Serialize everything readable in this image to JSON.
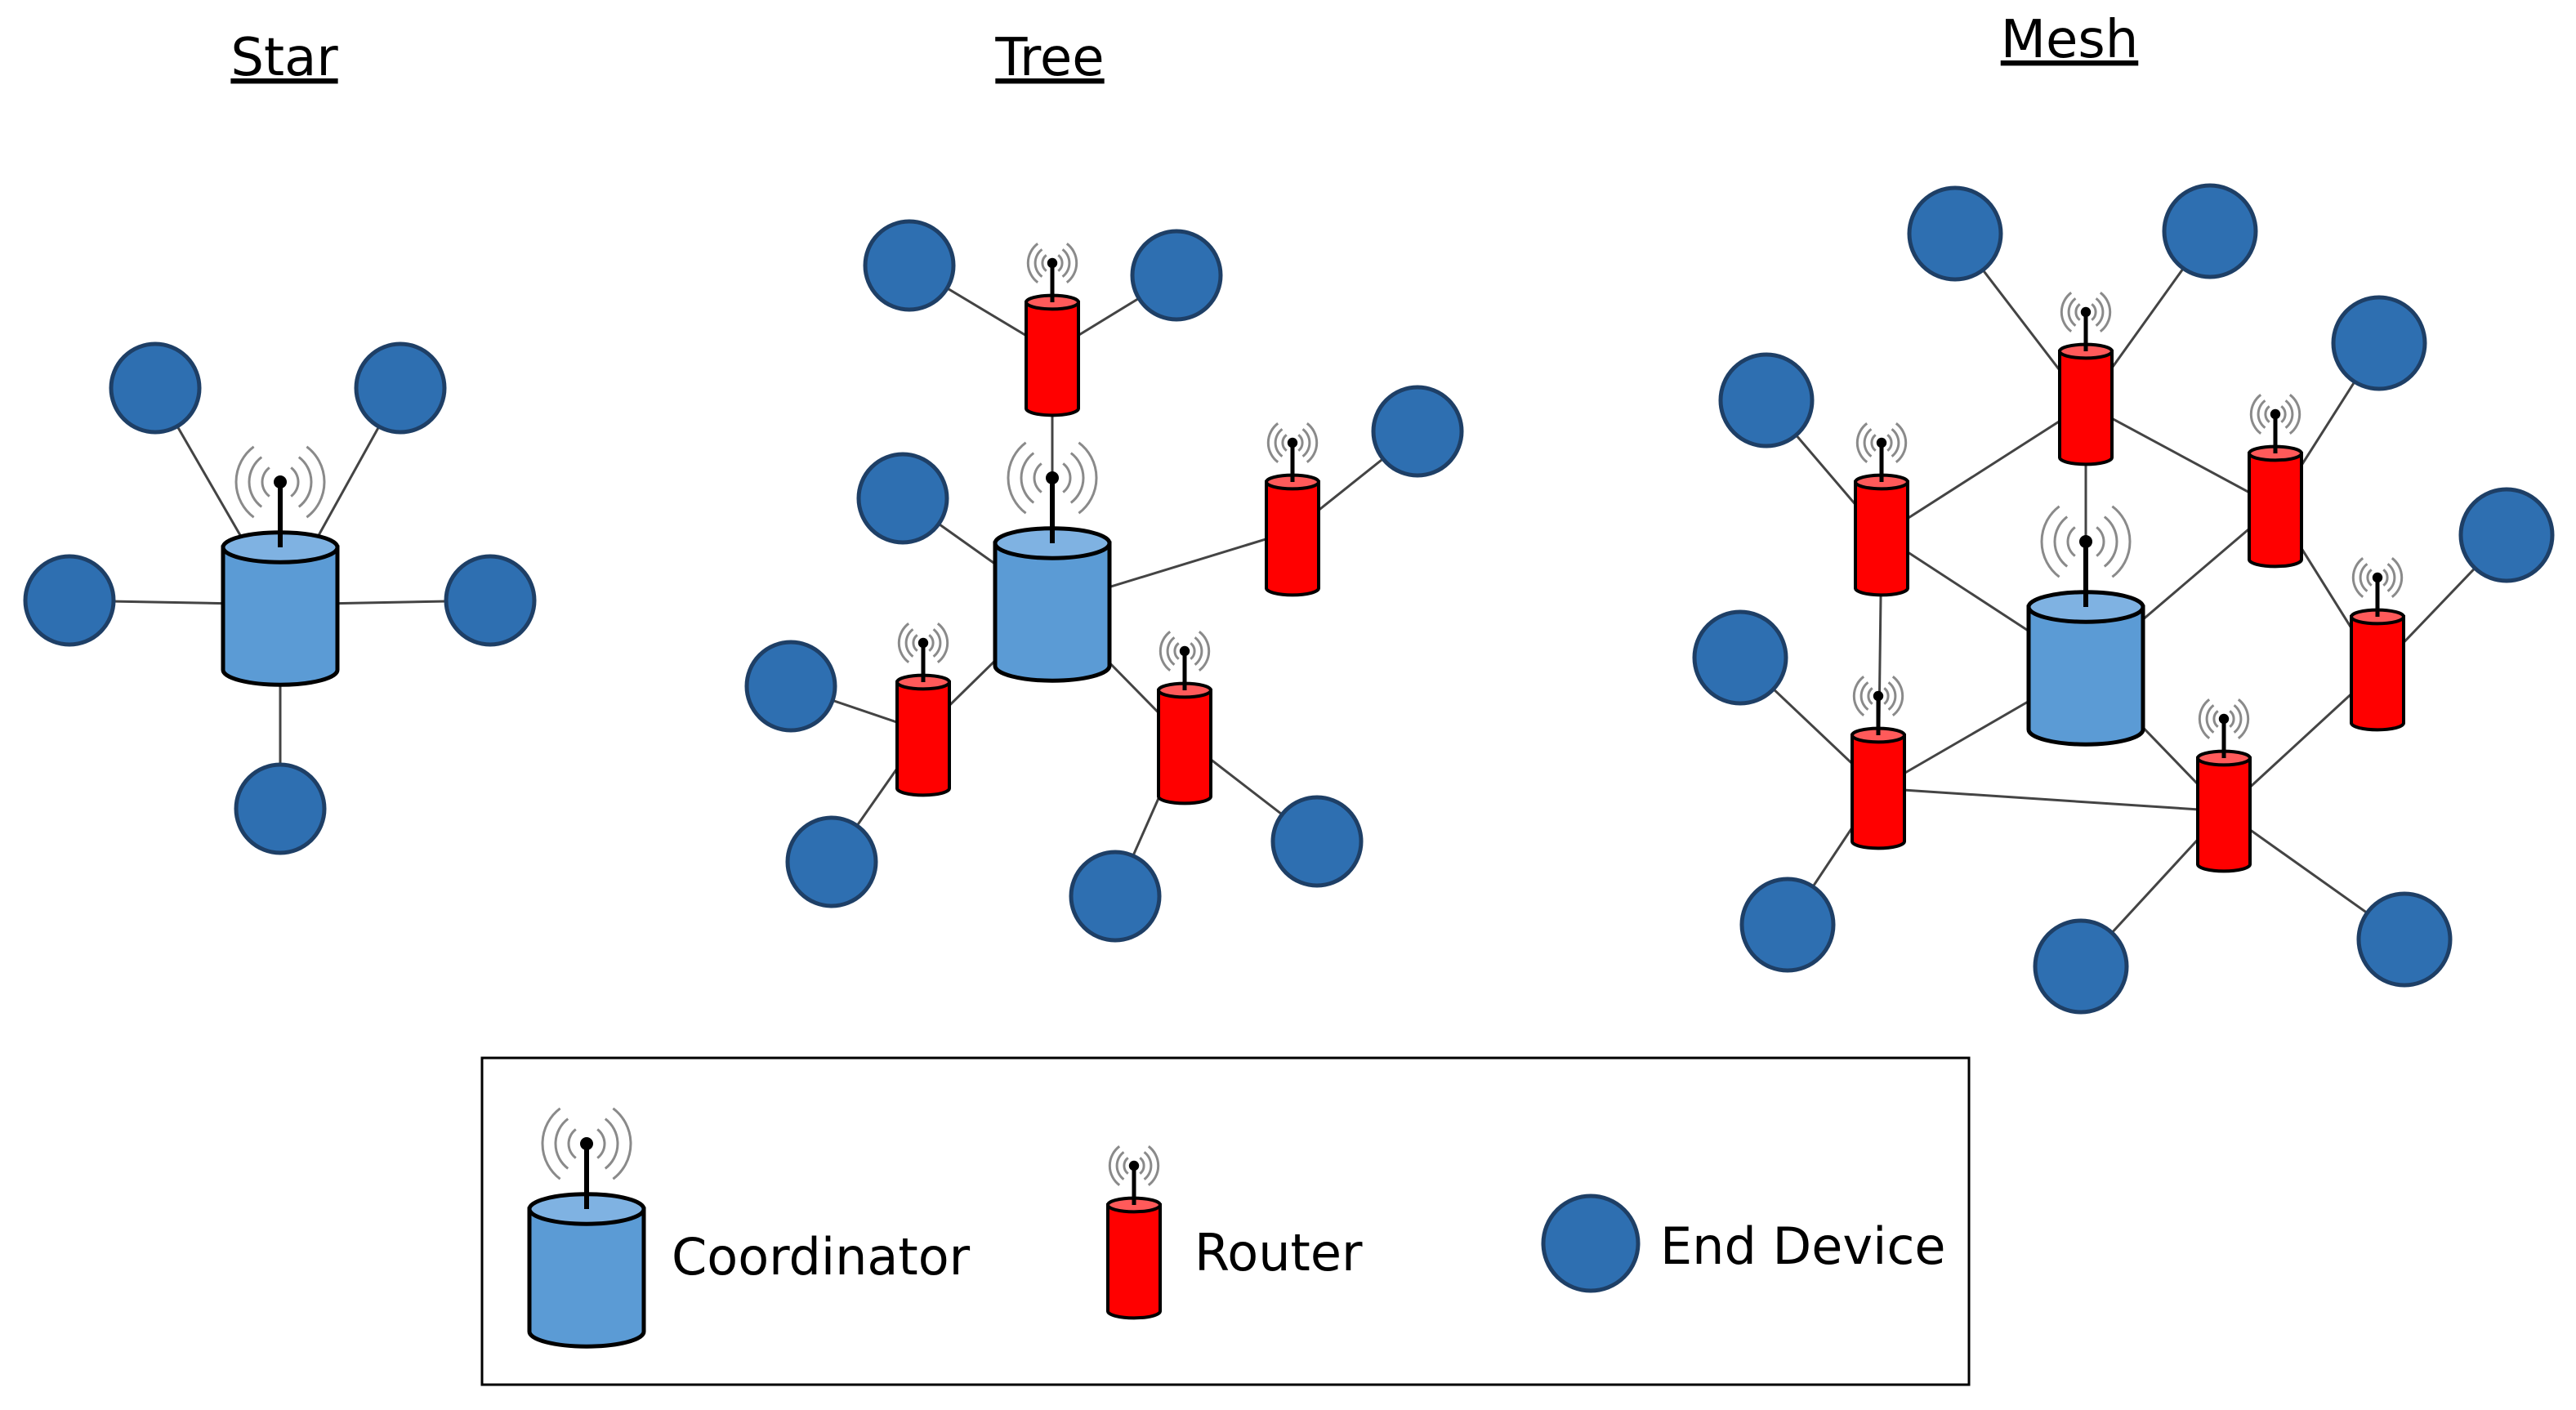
{
  "titles": {
    "star": "Star",
    "tree": "Tree",
    "mesh": "Mesh"
  },
  "legend": {
    "coordinator": "Coordinator",
    "router": "Router",
    "end_device": "End Device"
  },
  "colors": {
    "end_device": "#2e6fb1",
    "coordinator": "#5b9bd5",
    "coordinator_top": "#7fb2e2",
    "router": "#ff0000",
    "router_top": "#ff5a5a"
  }
}
